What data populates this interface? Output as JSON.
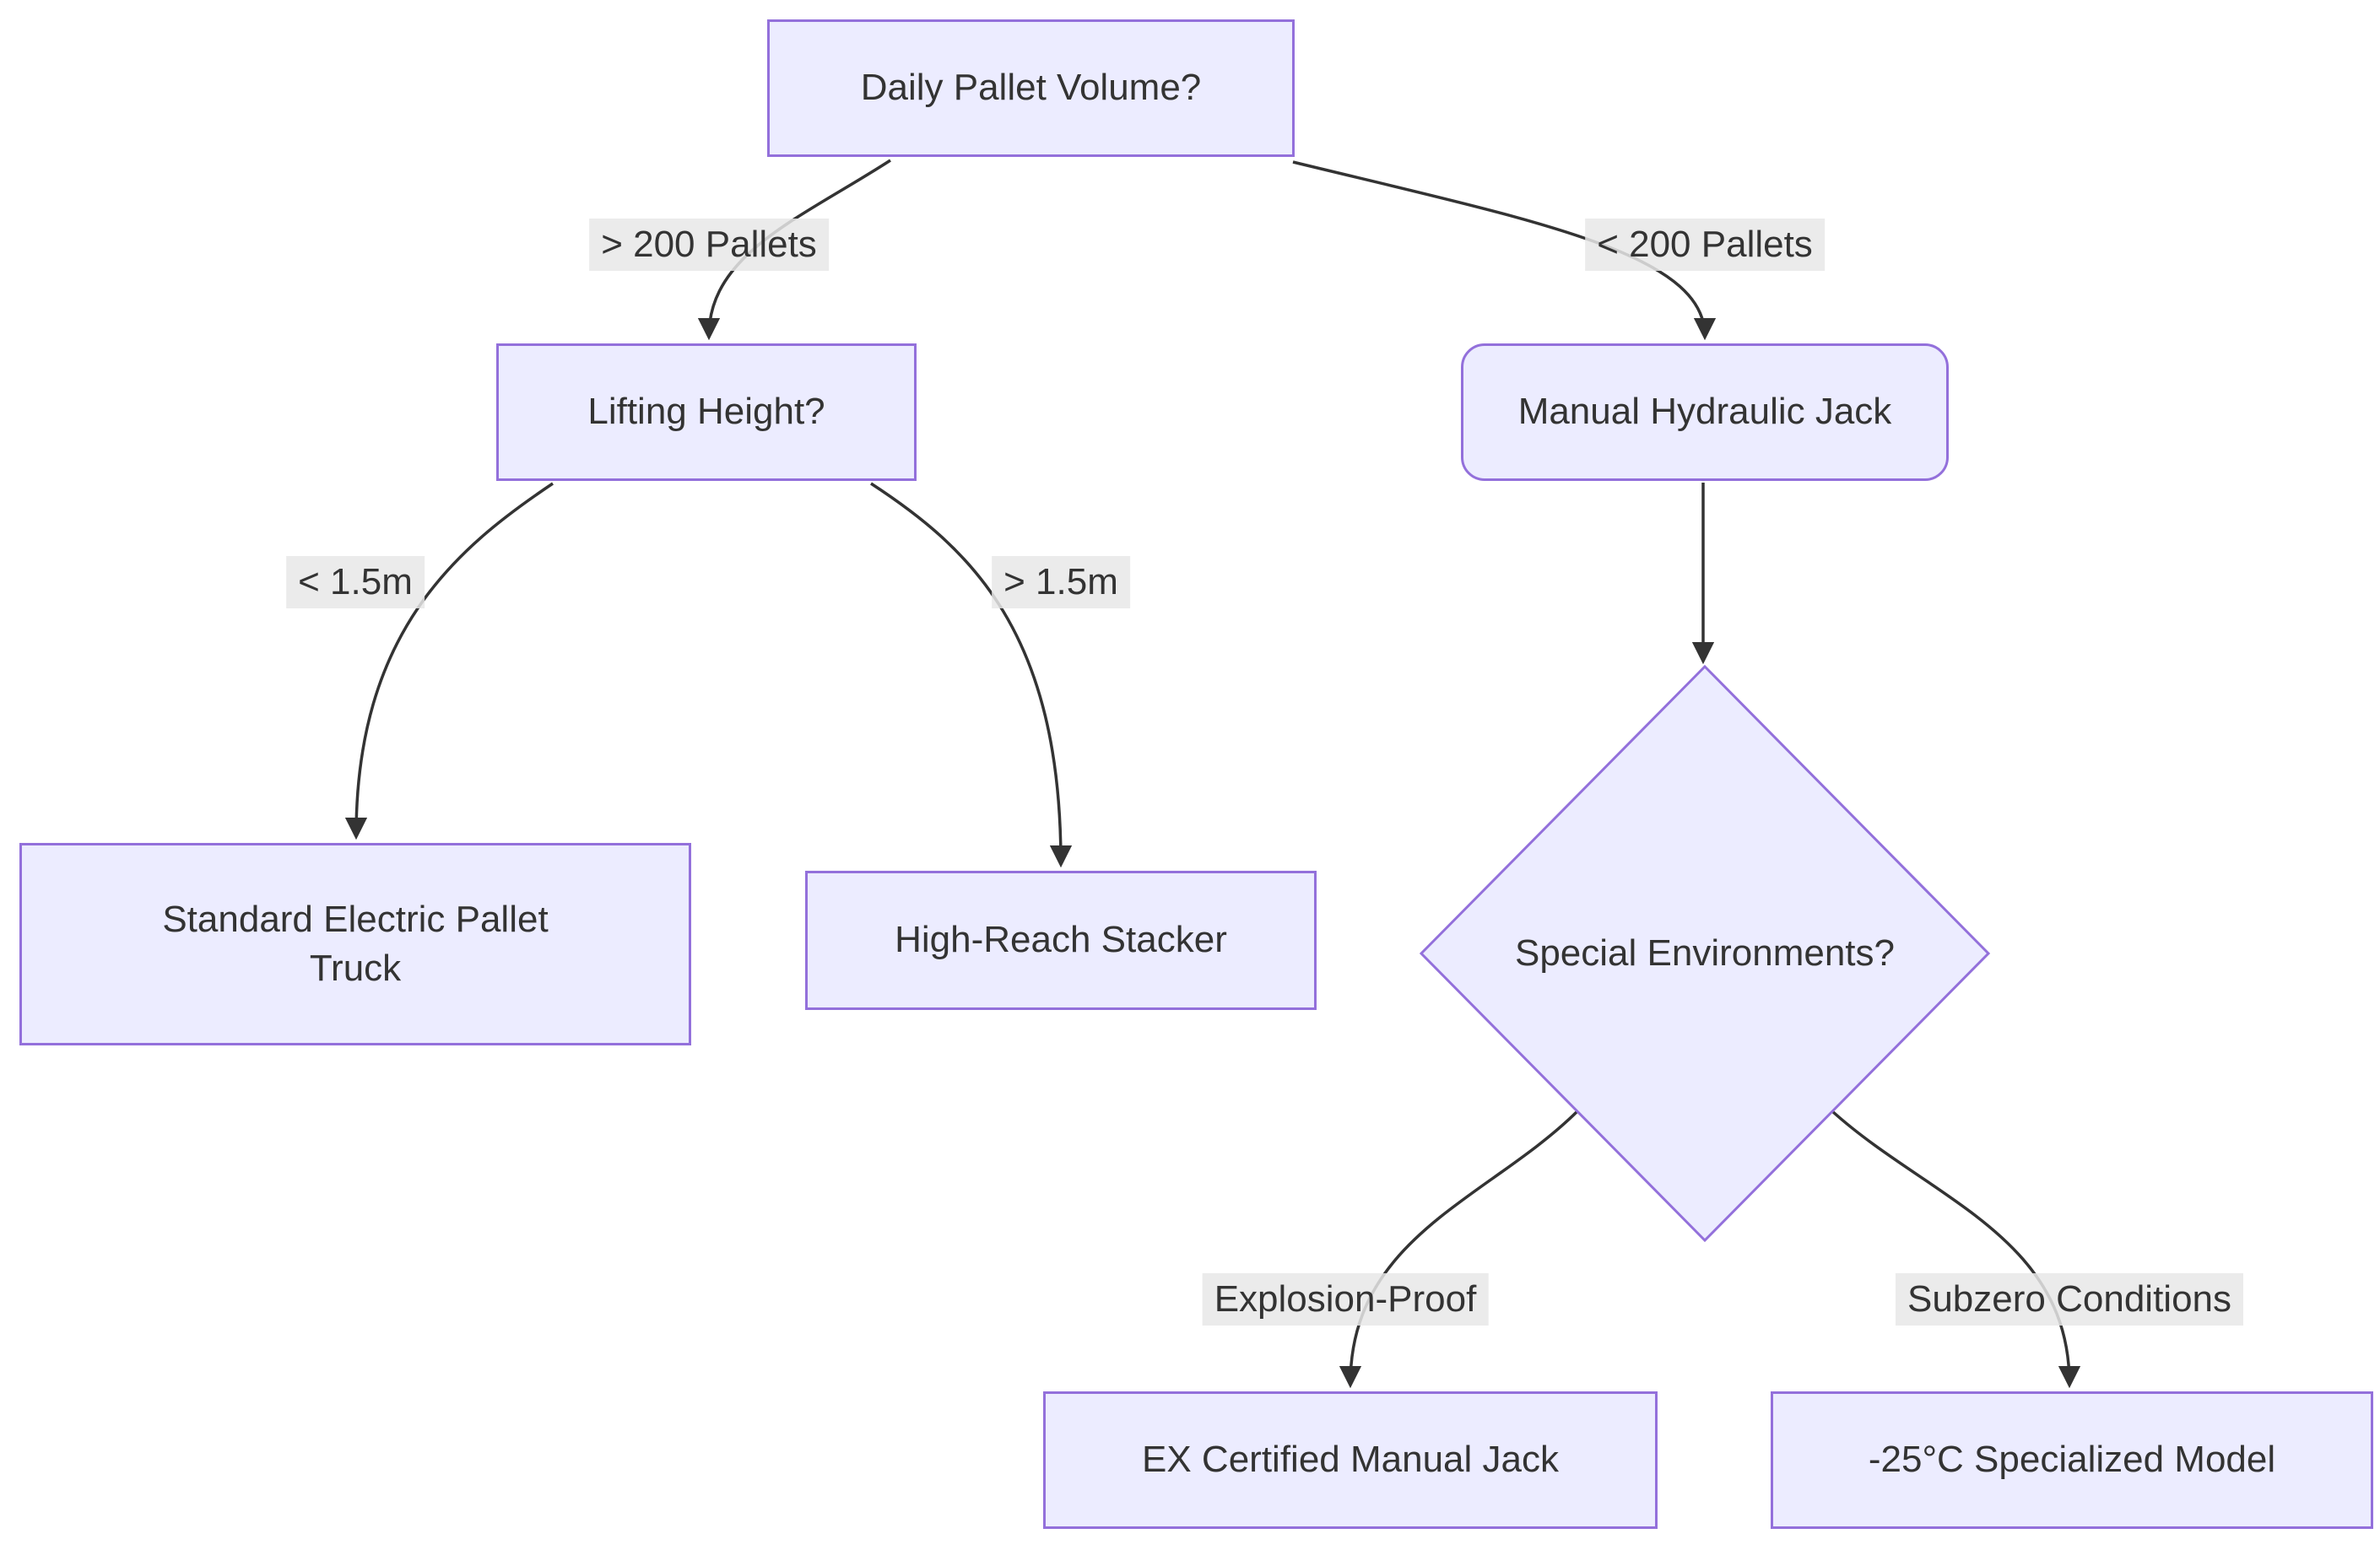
{
  "diagram": {
    "type": "flowchart",
    "direction": "top-down",
    "title": "Pallet handling equipment decision tree",
    "nodes": {
      "daily_volume": {
        "label": "Daily Pallet Volume?",
        "shape": "rectangle"
      },
      "lifting_height": {
        "label": "Lifting Height?",
        "shape": "rectangle"
      },
      "manual_jack": {
        "label": "Manual Hydraulic Jack",
        "shape": "rounded-rectangle"
      },
      "standard_truck": {
        "label": "Standard Electric Pallet Truck",
        "shape": "rectangle"
      },
      "high_reach": {
        "label": "High-Reach Stacker",
        "shape": "rectangle"
      },
      "special_env": {
        "label": "Special Environments?",
        "shape": "diamond"
      },
      "ex_jack": {
        "label": "EX Certified Manual Jack",
        "shape": "rectangle"
      },
      "subzero_model": {
        "label": "-25°C Specialized Model",
        "shape": "rectangle"
      }
    },
    "edges": [
      {
        "from": "daily_volume",
        "to": "lifting_height",
        "label": "> 200 Pallets"
      },
      {
        "from": "daily_volume",
        "to": "manual_jack",
        "label": "< 200 Pallets"
      },
      {
        "from": "lifting_height",
        "to": "standard_truck",
        "label": "< 1.5m"
      },
      {
        "from": "lifting_height",
        "to": "high_reach",
        "label": "> 1.5m"
      },
      {
        "from": "manual_jack",
        "to": "special_env",
        "label": ""
      },
      {
        "from": "special_env",
        "to": "ex_jack",
        "label": "Explosion-Proof"
      },
      {
        "from": "special_env",
        "to": "subzero_model",
        "label": "Subzero Conditions"
      }
    ],
    "colors": {
      "node_fill": "#ECECFF",
      "node_border": "#9370DB",
      "edge_line": "#333333",
      "edge_label_bg": "#e8e8e8",
      "text": "#333333",
      "background": "#ffffff"
    }
  }
}
